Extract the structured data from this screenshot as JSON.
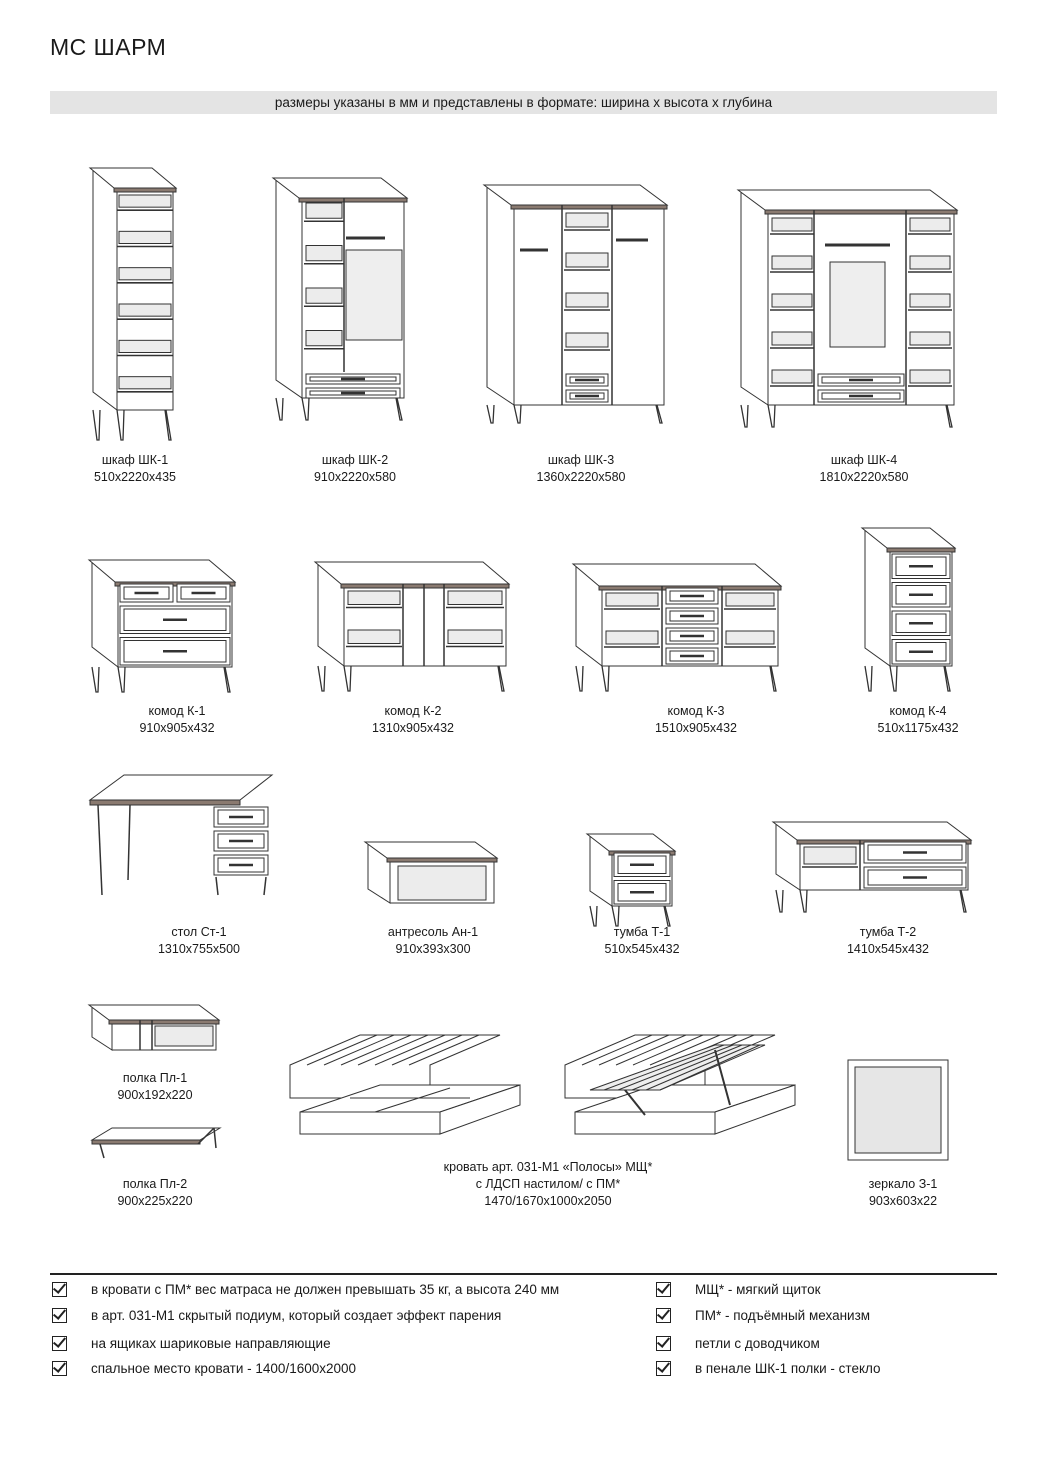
{
  "title": "МС ШАРМ",
  "subtitle": "размеры указаны в мм и представлены в формате: ширина х высота х глубина",
  "items": [
    {
      "name": "шкаф ШК-1",
      "size": "510x2220x435"
    },
    {
      "name": "шкаф ШК-2",
      "size": "910x2220x580"
    },
    {
      "name": "шкаф ШК-3",
      "size": "1360x2220x580"
    },
    {
      "name": "шкаф ШК-4",
      "size": "1810x2220x580"
    },
    {
      "name": "комод К-1",
      "size": "910x905x432"
    },
    {
      "name": "комод К-2",
      "size": "1310x905x432"
    },
    {
      "name": "комод К-3",
      "size": "1510x905x432"
    },
    {
      "name": "комод К-4",
      "size": "510x1175x432"
    },
    {
      "name": "стол Ст-1",
      "size": "1310x755x500"
    },
    {
      "name": "антресоль Ан-1",
      "size": "910x393x300"
    },
    {
      "name": "тумба Т-1",
      "size": "510x545x432"
    },
    {
      "name": "тумба Т-2",
      "size": "1410x545x432"
    },
    {
      "name": "полка Пл-1",
      "size": "900x192x220"
    },
    {
      "name": "полка Пл-2",
      "size": "900x225x220"
    },
    {
      "name": "кровать арт. 031-М1 «Полосы» МЩ*",
      "name2": "с ЛДСП настилом/ с ПМ*",
      "size": "1470/1670x1000x2050"
    },
    {
      "name": "зеркало З-1",
      "size": "903x603x22"
    }
  ],
  "notes_left": [
    "в кровати с ПМ* вес матраса не должен превышать 35 кг, а высота 240 мм",
    "в арт. 031-М1 скрытый подиум, который создает эффект парения",
    "на ящиках шариковые направляющие",
    "спальное место кровати - 1400/1600x2000"
  ],
  "notes_right": [
    "МЩ* - мягкий щиток",
    "ПМ* - подъёмный механизм",
    "петли с доводчиком",
    "в пенале ШК-1 полки - стекло"
  ]
}
